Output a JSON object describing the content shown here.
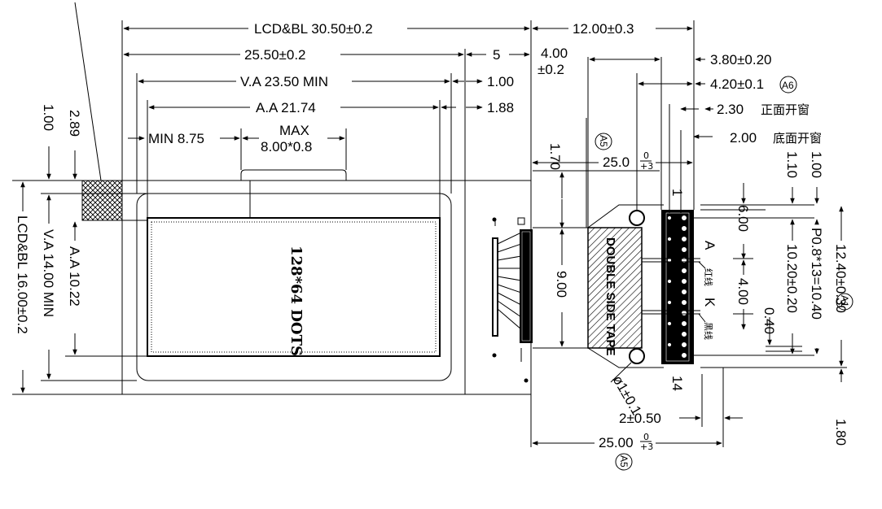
{
  "dims": {
    "lcd_bl_width": "LCD&BL  30.50±0.2",
    "width_25_50": "25.50±0.2",
    "five": "5",
    "va_width": "V.A 23.50  MIN",
    "aa_width": "A.A 21.74",
    "one_00_top": "1.00",
    "one_88": "1.88",
    "min_8_75": "MIN  8.75",
    "max_label": "MAX",
    "max_value": "8.00*0.8",
    "twelve": "12.00±0.3",
    "four_00": "4.00",
    "pm_0_2": "±0.2",
    "three_80": "3.80±0.20",
    "four_20": "4.20±0.1",
    "two_30": "2.30",
    "two_00": "2.00",
    "one_70": "1.70",
    "twentyfive_top": "25.0",
    "tol_top_num": "0",
    "tol_top_den": "+3",
    "nine_00": "9.00",
    "six_00": "6.00",
    "four_00_v": "4.00",
    "zero_40": "0.40",
    "one_10": "1.10",
    "one_00_right": "1.00",
    "pitch": "P0.8*13=10.40",
    "ten_20": "10.20±0.20",
    "twelve_40": "12.40±0.30",
    "one_80": "1.80",
    "two_50": "2±0.50",
    "twentyfive_bottom": "25.00",
    "phi": "ø1±0.1",
    "one_00_left": "1.00",
    "two_89": "2.89",
    "lcd_bl_height": "LCD&BL  16.00±0.2",
    "va_height": "V.A  14.00  MIN",
    "aa_height": "A.A   10.22"
  },
  "labels": {
    "dots": "128*64 DOTS",
    "tape": "DOUBLE SIDE TAPE",
    "front_window": "正面开窗",
    "bottom_window": "底面开窗",
    "red_wire": "红线",
    "black_wire": "黑线",
    "pin_a": "A",
    "pin_k": "K",
    "pin_1": "1",
    "pin_14": "14",
    "tag_a5_top": "A5",
    "tag_a6": "A6",
    "tag_a1": "A1",
    "tag_a5_bottom": "A5"
  }
}
